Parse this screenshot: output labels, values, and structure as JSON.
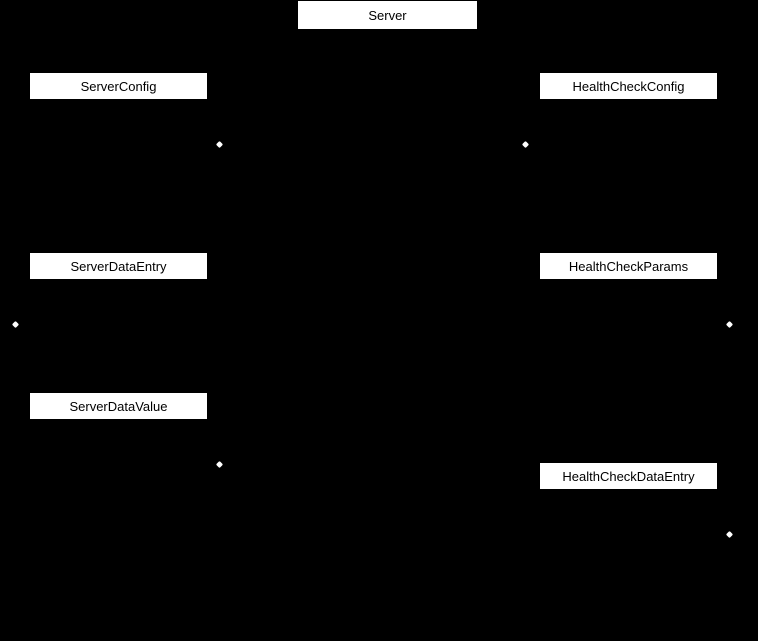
{
  "diagram": {
    "type": "class-diagram",
    "background_color": "#000000",
    "node_style": {
      "fill": "#ffffff",
      "border_color": "#000000",
      "text_color": "#000000"
    },
    "nodes": [
      {
        "id": "server",
        "label": "Server"
      },
      {
        "id": "server-config",
        "label": "ServerConfig"
      },
      {
        "id": "health-check-config",
        "label": "HealthCheckConfig"
      },
      {
        "id": "server-data-entry",
        "label": "ServerDataEntry"
      },
      {
        "id": "health-check-params",
        "label": "HealthCheckParams"
      },
      {
        "id": "server-data-value",
        "label": "ServerDataValue"
      },
      {
        "id": "health-check-data-entry",
        "label": "HealthCheckDataEntry"
      }
    ],
    "markers": {
      "icon": "aggregation-diamond-icon",
      "color": "#ffffff",
      "count": 6
    }
  }
}
